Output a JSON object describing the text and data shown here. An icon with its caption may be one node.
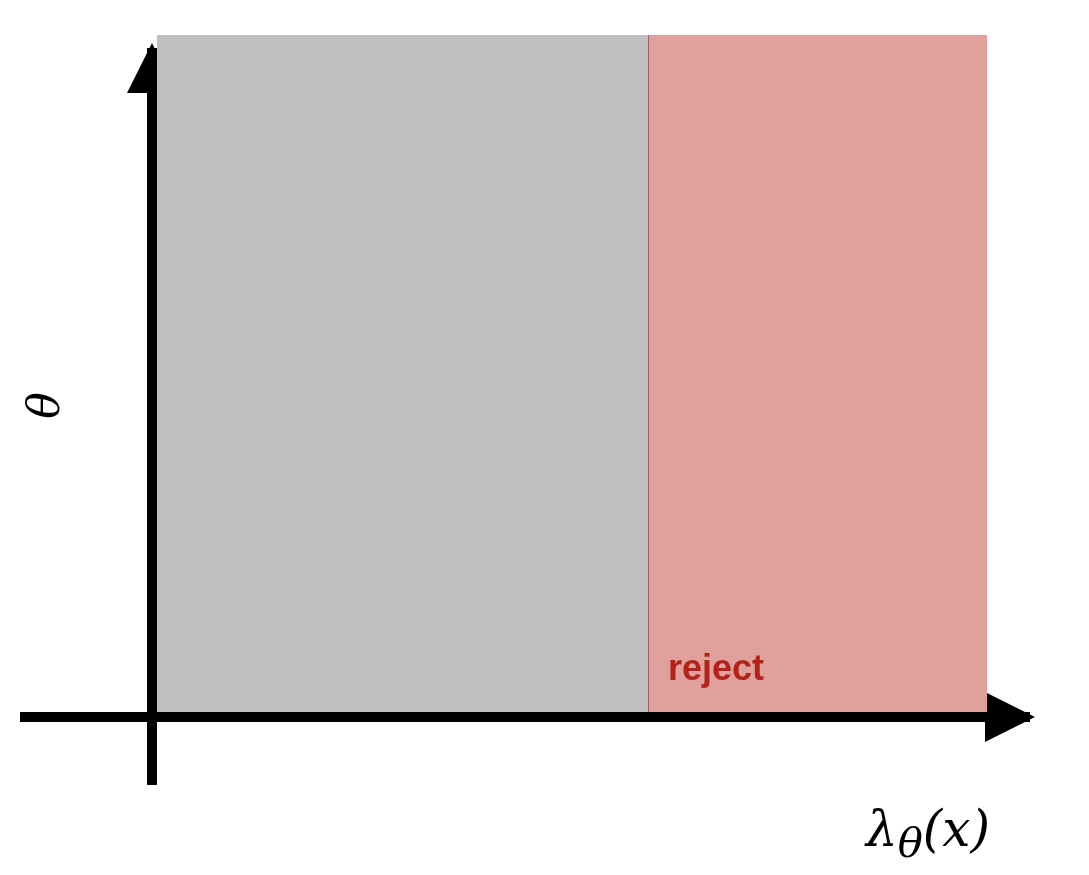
{
  "diagram": {
    "nodes": [
      {
        "text": [],
        "shape": "box"
      },
      {
        "text": [
          "reject"
        ]
      }
    ],
    "labels": [
      "θ",
      "λ$_{θ}$(x)"
    ]
  }
}
